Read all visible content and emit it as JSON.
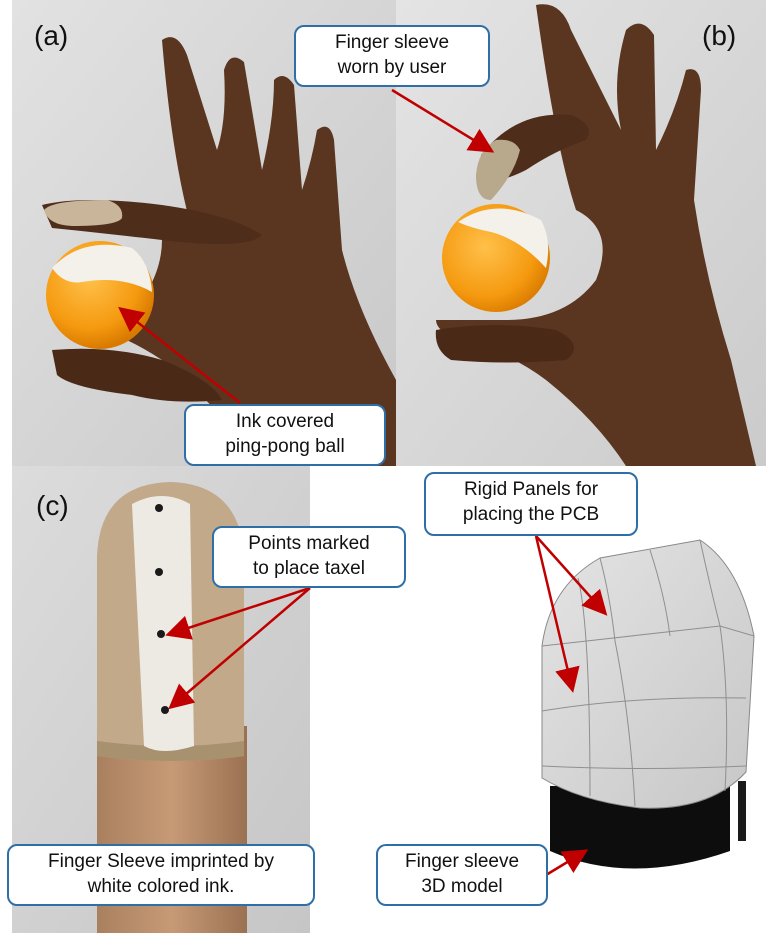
{
  "panels": {
    "a": {
      "label": "(a)"
    },
    "b": {
      "label": "(b)"
    },
    "c": {
      "label": "(c)"
    }
  },
  "callouts": {
    "ink_ball": {
      "line1": "Ink covered",
      "line2": "ping-pong ball"
    },
    "sleeve_worn": {
      "line1": "Finger sleeve",
      "line2": "worn by user"
    },
    "points_marked": {
      "line1": "Points marked",
      "line2": "to place taxel"
    },
    "sleeve_imprinted": {
      "line1": "Finger Sleeve imprinted by",
      "line2": "white colored ink."
    },
    "rigid_panels": {
      "line1": "Rigid Panels for",
      "line2": "placing the PCB"
    },
    "model_3d": {
      "line1": "Finger sleeve",
      "line2": "3D model"
    }
  },
  "colors": {
    "callout_border": "#2f6fa8",
    "arrow": "#c00000",
    "ball_orange": "#f7a21b",
    "skin": "#5a3520",
    "sleeve": "#c9b59a",
    "photo_bg": "#d9d9d9"
  }
}
